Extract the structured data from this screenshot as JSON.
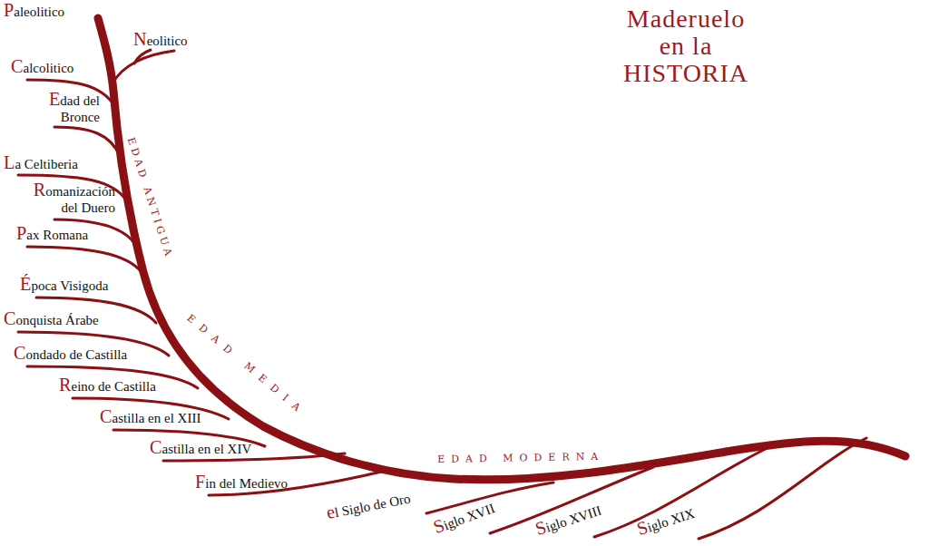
{
  "diagram": {
    "title": "Maderuelo en la HISTORIA",
    "labels": [
      "Paleolitico",
      "Neolitico",
      "Calcolitico",
      "Edad del Bronce",
      "La Celtiberia",
      "Romanización del Duero",
      "Pax Romana",
      "Época Visigoda",
      "Conquista Árabe",
      "Condado de Castilla",
      "Reino de Castilla",
      "Castilla en el XIII",
      "Castilla en el XIV",
      "Fin del Medievo",
      "el Siglo de Oro",
      "Siglo XVII",
      "Siglo XVIII",
      "Siglo XIX",
      "EDAD ANTIGUA",
      "EDAD MEDIA",
      "EDAD MODERNA"
    ]
  }
}
